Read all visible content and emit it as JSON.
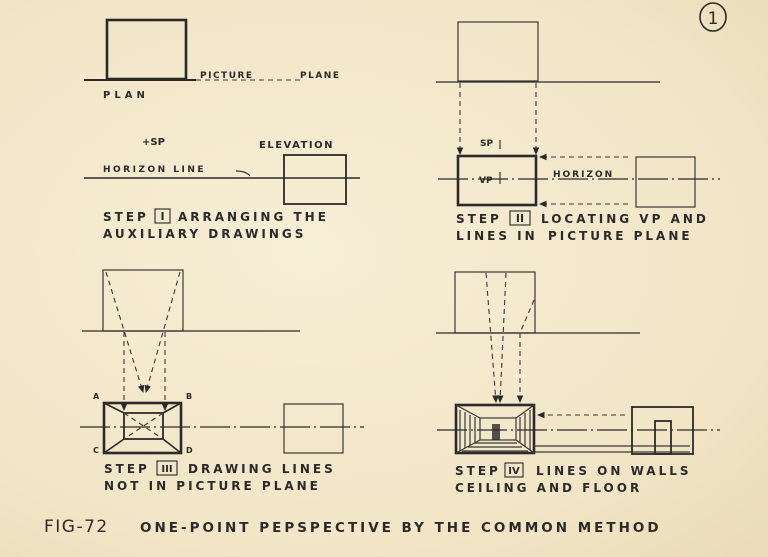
{
  "page_number": "1",
  "step1": {
    "plan_label": "PLAN",
    "picture_label": "PICTURE",
    "plane_label": "PLANE",
    "sp_label": "+SP",
    "elevation_label": "ELEVATION",
    "horizon_label": "HORIZON LINE",
    "step_word": "STEP",
    "step_num": "I",
    "caption_line1": "ARRANGING THE",
    "caption_line2": "AUXILIARY DRAWINGS"
  },
  "step2": {
    "sp_label": "SP",
    "vp_label": "VP",
    "horizon_label": "HORIZON",
    "step_word": "STEP",
    "step_num": "II",
    "caption_line1": "LOCATING VP AND",
    "caption_line2_a": "LINES IN",
    "caption_line2_b": "PICTURE PLANE"
  },
  "step3": {
    "corner_a": "A",
    "corner_b": "B",
    "corner_c": "C",
    "corner_d": "D",
    "step_word": "STEP",
    "step_num": "III",
    "caption_line1": "DRAWING LINES",
    "caption_line2": "NOT IN PICTURE PLANE"
  },
  "step4": {
    "step_word": "STEP",
    "step_num": "IV",
    "caption_line1": "LINES ON WALLS",
    "caption_line2": "CEILING AND FLOOR"
  },
  "figure_caption": {
    "fig_label": "FIG-72",
    "title": "ONE-POINT PEPSPECTIVE BY THE COMMON METHOD"
  }
}
